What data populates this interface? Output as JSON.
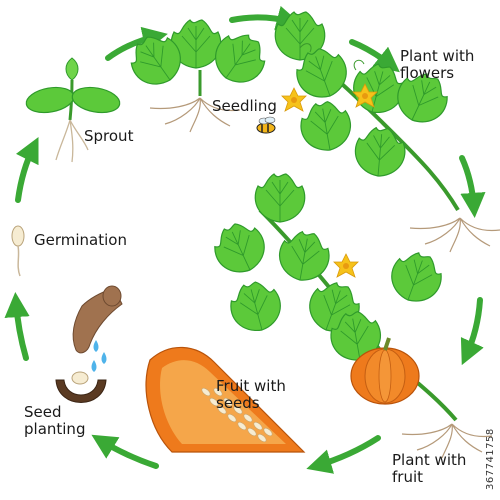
{
  "stages": {
    "sprout": "Sprout",
    "seedling": "Seedling",
    "plant_with_flowers_line1": "Plant with",
    "plant_with_flowers_line2": "flowers",
    "germination": "Germination",
    "fruit_with_seeds_line1": "Fruit with",
    "fruit_with_seeds_line2": "seeds",
    "seed_planting_line1": "Seed",
    "seed_planting_line2": "planting",
    "plant_with_fruit_line1": "Plant with",
    "plant_with_fruit_line2": "fruit"
  },
  "stock_id": "367741758",
  "colors": {
    "arrow": "#3aa935",
    "leaf": "#5cc93a",
    "leaf_dark": "#2f9a2b",
    "pumpkin": "#ee7a1c",
    "flower": "#f6c21a",
    "root": "#b59a7a",
    "soil": "#5a3a22"
  }
}
